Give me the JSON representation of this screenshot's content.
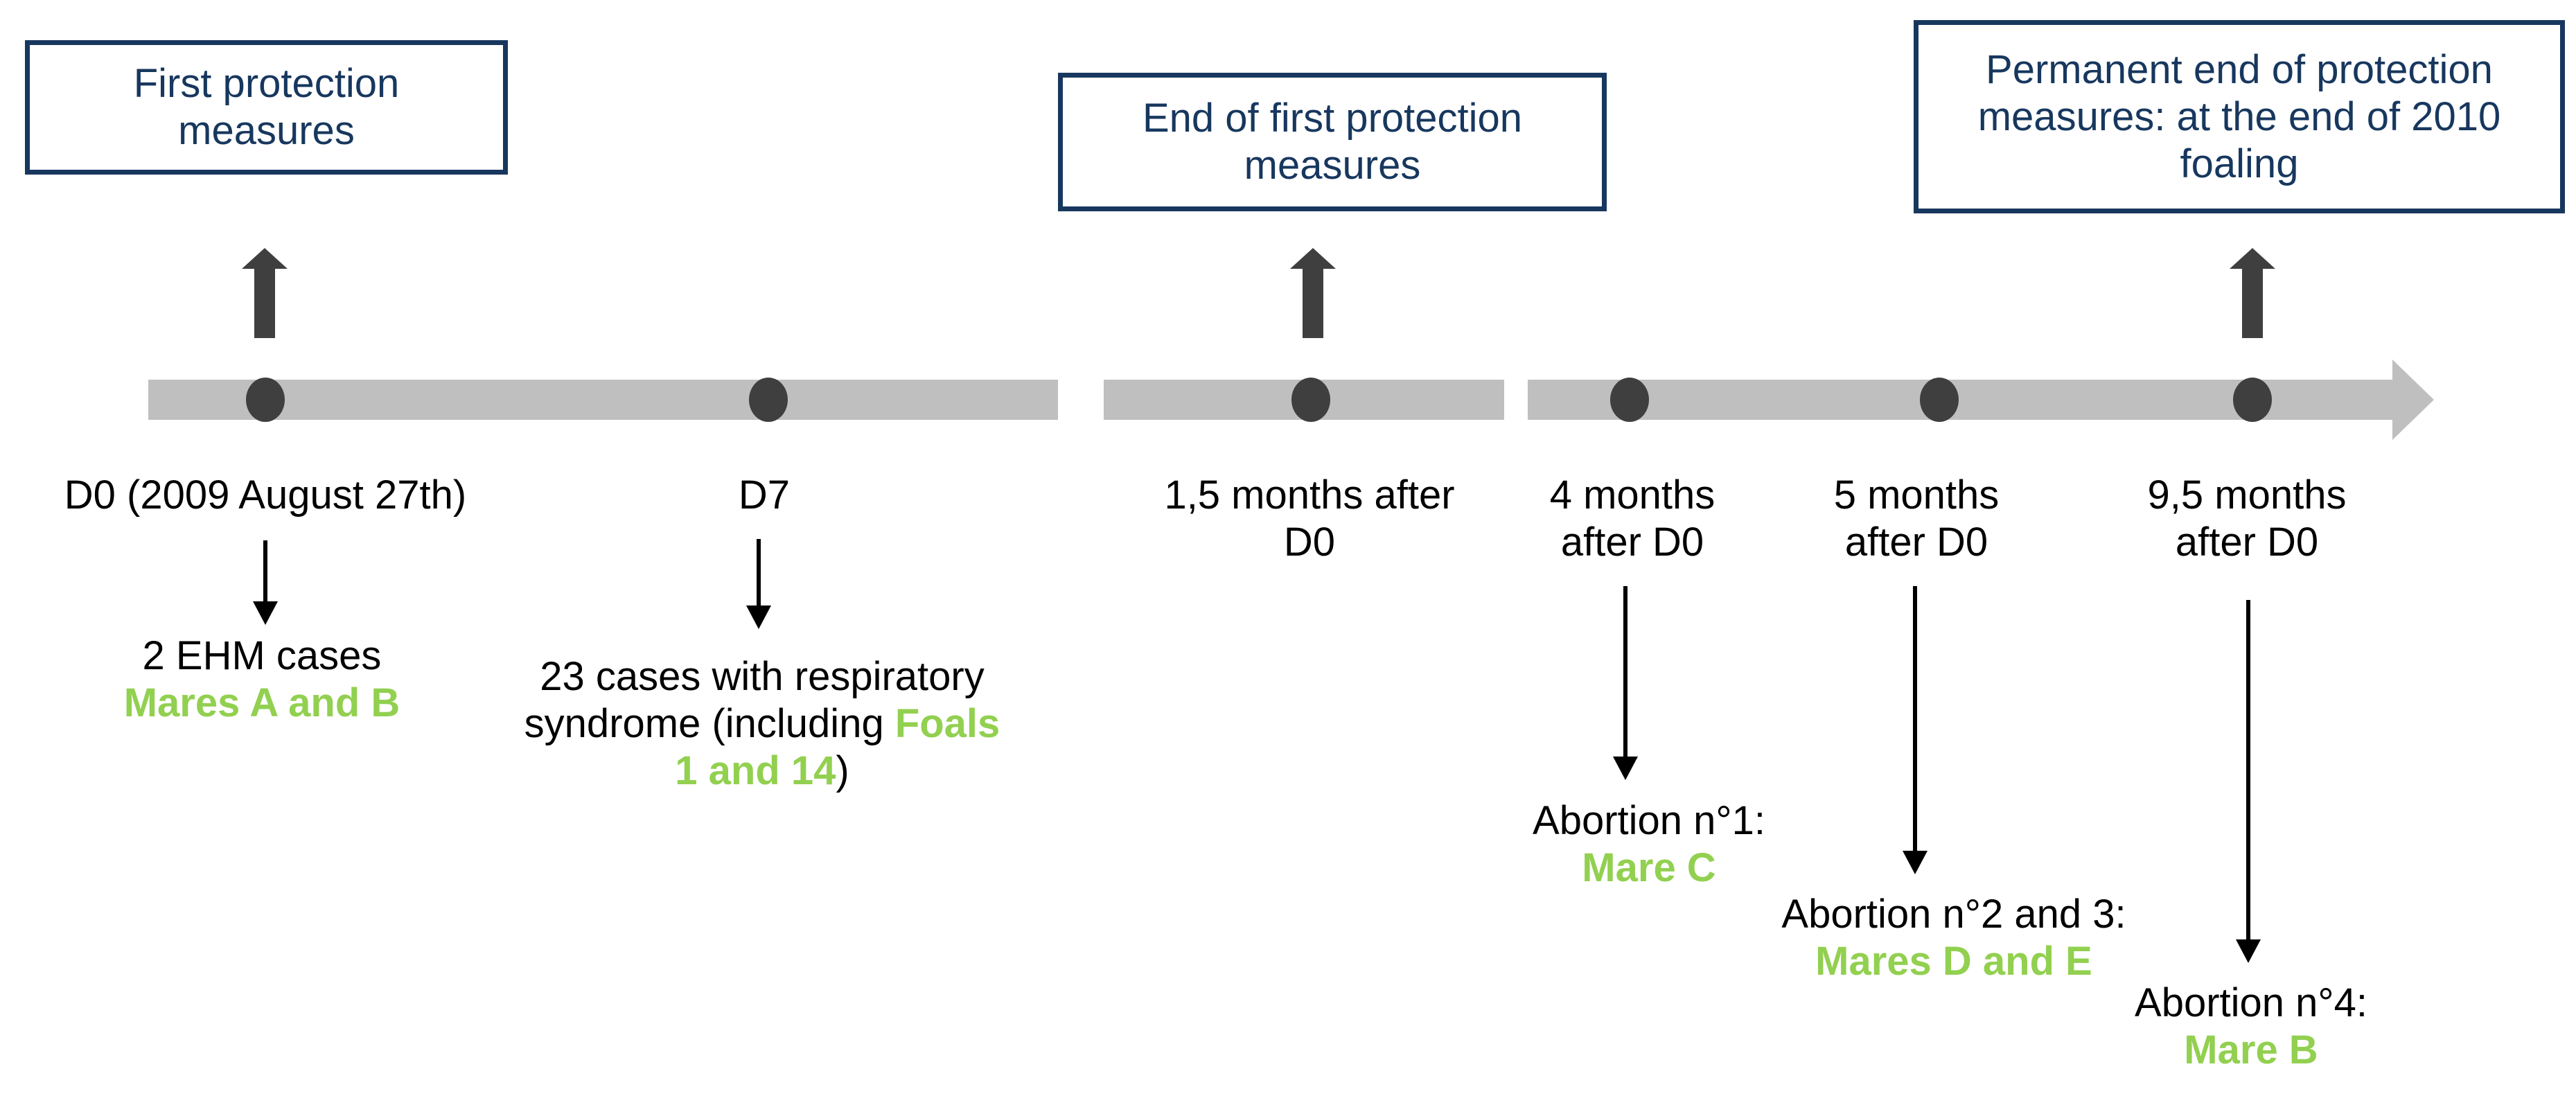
{
  "palette": {
    "navy": "#17375e",
    "green": "#92d050",
    "text_black": "#000000",
    "bar_gray": "#bfbfbf",
    "node_gray": "#3f3f3f",
    "background": "#ffffff"
  },
  "callouts": [
    {
      "label": "First protection\nmeasures"
    },
    {
      "label": "End of first protection\nmeasures"
    },
    {
      "label": "Permanent end of protection\nmeasures: at the end of 2010\nfoaling"
    }
  ],
  "timeline": {
    "milestones": [
      {
        "label": "D0 (2009 August 27th)"
      },
      {
        "label": "D7"
      },
      {
        "label": "1,5 months after\nD0"
      },
      {
        "label": "4 months\nafter D0"
      },
      {
        "label": "5 months\nafter D0"
      },
      {
        "label": "9,5 months\nafter D0"
      }
    ]
  },
  "events": {
    "d0": {
      "line1": "2 EHM cases",
      "line2": "Mares A and B"
    },
    "d7": {
      "line1": "23 cases with respiratory",
      "line2_black": "syndrome (including ",
      "line2_green": "Foals",
      "line3_green": "1 and 14",
      "line3_black": ")"
    },
    "abortion1": {
      "line1": "Abortion n°1:",
      "line2": "Mare C"
    },
    "abortion2_3": {
      "line1": "Abortion n°2 and 3:",
      "line2": "Mares D and E"
    },
    "abortion4": {
      "line1": "Abortion n°4:",
      "line2": "Mare B"
    }
  },
  "icons": {
    "up_arrow": "thick-gray-arrow-up",
    "down_arrow": "thin-black-arrow-down",
    "timeline_arrowhead": "gray-arrowhead-right",
    "milestone_dot": "dark-gray-dot"
  }
}
